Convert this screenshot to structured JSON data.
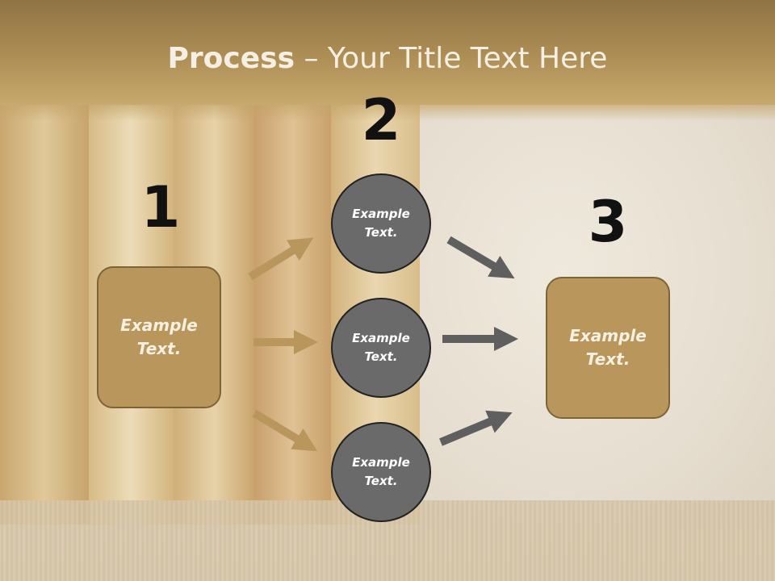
{
  "title": {
    "bold": "Process",
    "rest": " – Your Title Text Here"
  },
  "steps": {
    "one": {
      "number": "1",
      "text": "Example Text."
    },
    "two": {
      "number": "2",
      "items": [
        "Example Text.",
        "Example Text.",
        "Example Text."
      ]
    },
    "three": {
      "number": "3",
      "text": "Example Text."
    }
  },
  "colors": {
    "accent": "#b9965c",
    "circle": "#6a6a6a",
    "arrow_gold": "#b9965c",
    "arrow_gray": "#5f5f5f"
  }
}
